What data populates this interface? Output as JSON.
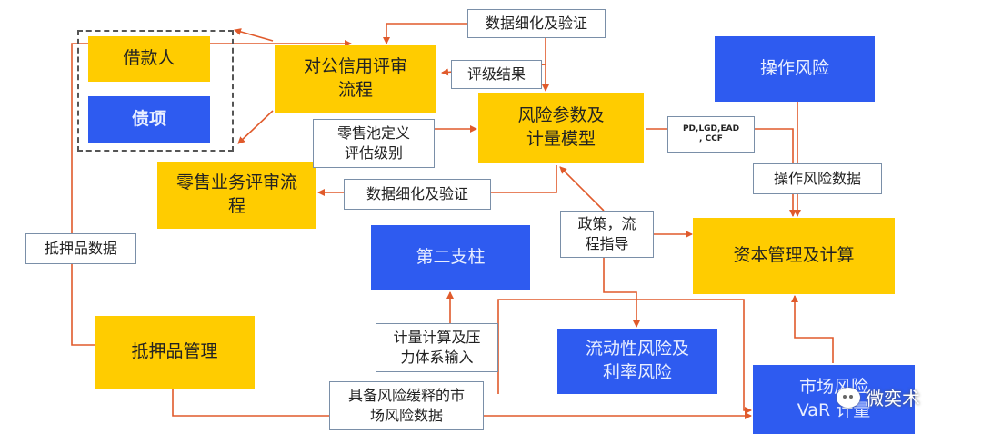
{
  "nodes": {
    "borrower": "借款人",
    "debt_item": "债项",
    "corporate_credit_review": "对公信用评审\n流程",
    "retail_review": "零售业务评审流\n程",
    "risk_params_model": "风险参数及\n计量模型",
    "operational_risk": "操作风险",
    "capital_management": "资本管理及计算",
    "pillar_two": "第二支柱",
    "collateral_management": "抵押品管理",
    "liquidity_rate_risk": "流动性风险及\n利率风险",
    "market_risk": "市场风险\nVaR 计量"
  },
  "labels": {
    "data_refine_verify_top": "数据细化及验证",
    "rating_result": "评级结果",
    "retail_pool_definition": "零售池定义\n评估级别",
    "data_refine_verify_mid": "数据细化及验证",
    "pd_lgd_ead_ccf": "PD,LGD,EAD\n, CCF",
    "operational_risk_data": "操作风险数据",
    "policy_process_guide": "政策，流\n程指导",
    "collateral_data": "抵押品数据",
    "measurement_stress_input": "计量计算及压\n力体系输入",
    "market_risk_data": "具备风险缓释的市\n场风险数据"
  },
  "watermark": "微奕术",
  "colors": {
    "yellow": "#ffcc00",
    "blue": "#2e5bf0",
    "arrow": "#e05a2b",
    "label_border": "#7a8fa8"
  }
}
